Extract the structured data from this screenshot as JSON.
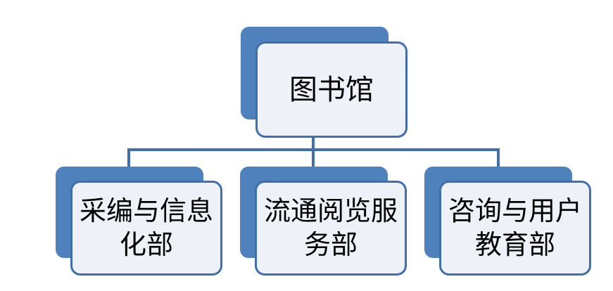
{
  "root": {
    "label": "图书馆"
  },
  "children": [
    {
      "label": "采编与信息化部"
    },
    {
      "label": "流通阅览服务部"
    },
    {
      "label": "咨询与用户教育部"
    }
  ],
  "colors": {
    "shadow": "#4f81bd",
    "card_fill": "#eef2f8",
    "card_border": "#3f6fad",
    "connector": "#3f6fad",
    "text": "#000000"
  }
}
